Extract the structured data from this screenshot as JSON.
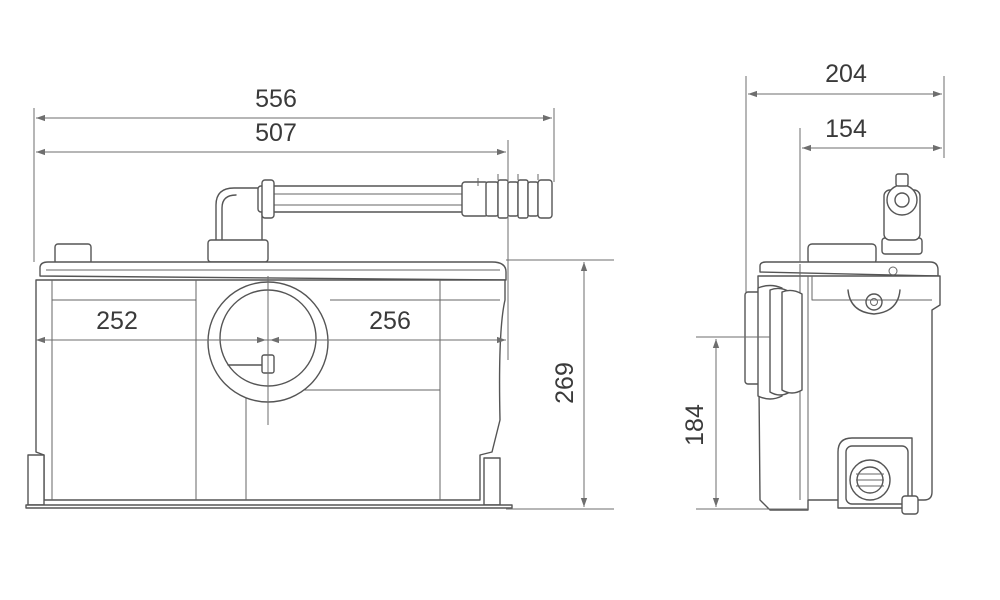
{
  "dimensions": {
    "overall_width": "556",
    "body_width": "507",
    "left_offset": "252",
    "right_offset": "256",
    "height": "269",
    "side_depth": "204",
    "side_body_depth": "154",
    "inlet_height": "184"
  },
  "colors": {
    "stroke": "#555555",
    "dimension": "#6e6e6e",
    "text": "#3a3a3a",
    "background": "#ffffff"
  }
}
